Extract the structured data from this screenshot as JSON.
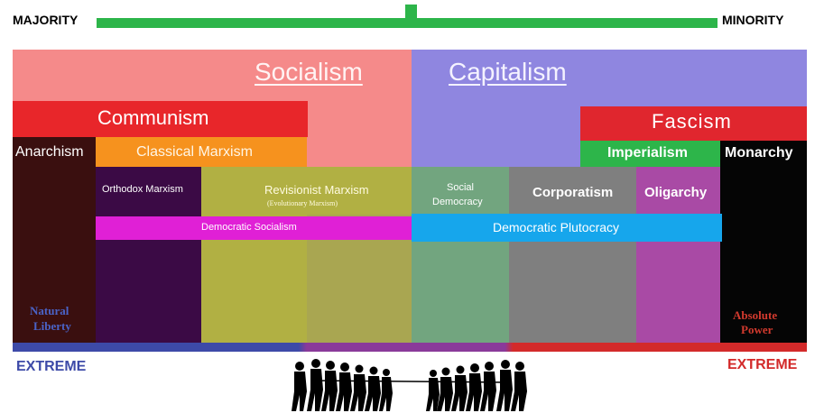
{
  "scale": {
    "left_label": "MAJORITY",
    "right_label": "MINORITY",
    "bar_color": "#2db54a"
  },
  "blocks": {
    "socialism": {
      "label": "Socialism",
      "color": "#f58a8a"
    },
    "capitalism": {
      "label": "Capitalism",
      "color": "#8f86e0"
    },
    "communism": {
      "label": "Communism",
      "color": "#e8262a"
    },
    "fascism": {
      "label": "Fascism",
      "color": "#e0262e"
    },
    "anarchism": {
      "label": "Anarchism",
      "color": "#3a0f0f"
    },
    "classical_marxism": {
      "label": "Classical Marxism",
      "color": "#f6921e"
    },
    "imperialism": {
      "label": "Imperialism",
      "color": "#2db54a"
    },
    "monarchy": {
      "label": "Monarchy",
      "color": "#050505"
    },
    "orthodox_marxism": {
      "label": "Orthodox Marxism",
      "color": "#3b0a45"
    },
    "revisionist_marxism": {
      "label": "Revisionist Marxism",
      "sublabel": "(Evolutionary Marxism)",
      "color": "#b1b043"
    },
    "social_democracy": {
      "label_line1": "Social",
      "label_line2": "Democracy",
      "color": "#72a57f"
    },
    "corporatism": {
      "label": "Corporatism",
      "color": "#7f7f7f"
    },
    "oligarchy": {
      "label": "Oligarchy",
      "color": "#a94aa5"
    },
    "democratic_socialism": {
      "label": "Democratic Socialism",
      "color": "#e020d6"
    },
    "democratic_plutocracy": {
      "label": "Democratic Plutocracy",
      "color": "#16a6ec"
    },
    "natural_liberty": {
      "label_line1": "Natural",
      "label_line2": "Liberty",
      "color": "#3e57b8"
    },
    "absolute_power": {
      "label_line1": "Absolute",
      "label_line2": "Power",
      "color": "#d23a2e"
    }
  },
  "extremes": {
    "left_label": "EXTREME",
    "right_label": "EXTREME",
    "left_color": "#3d4aa8",
    "right_color": "#d32a2a",
    "mid_color": "#8a3a9a"
  },
  "figures_icon": "tug-of-war-silhouettes-icon"
}
